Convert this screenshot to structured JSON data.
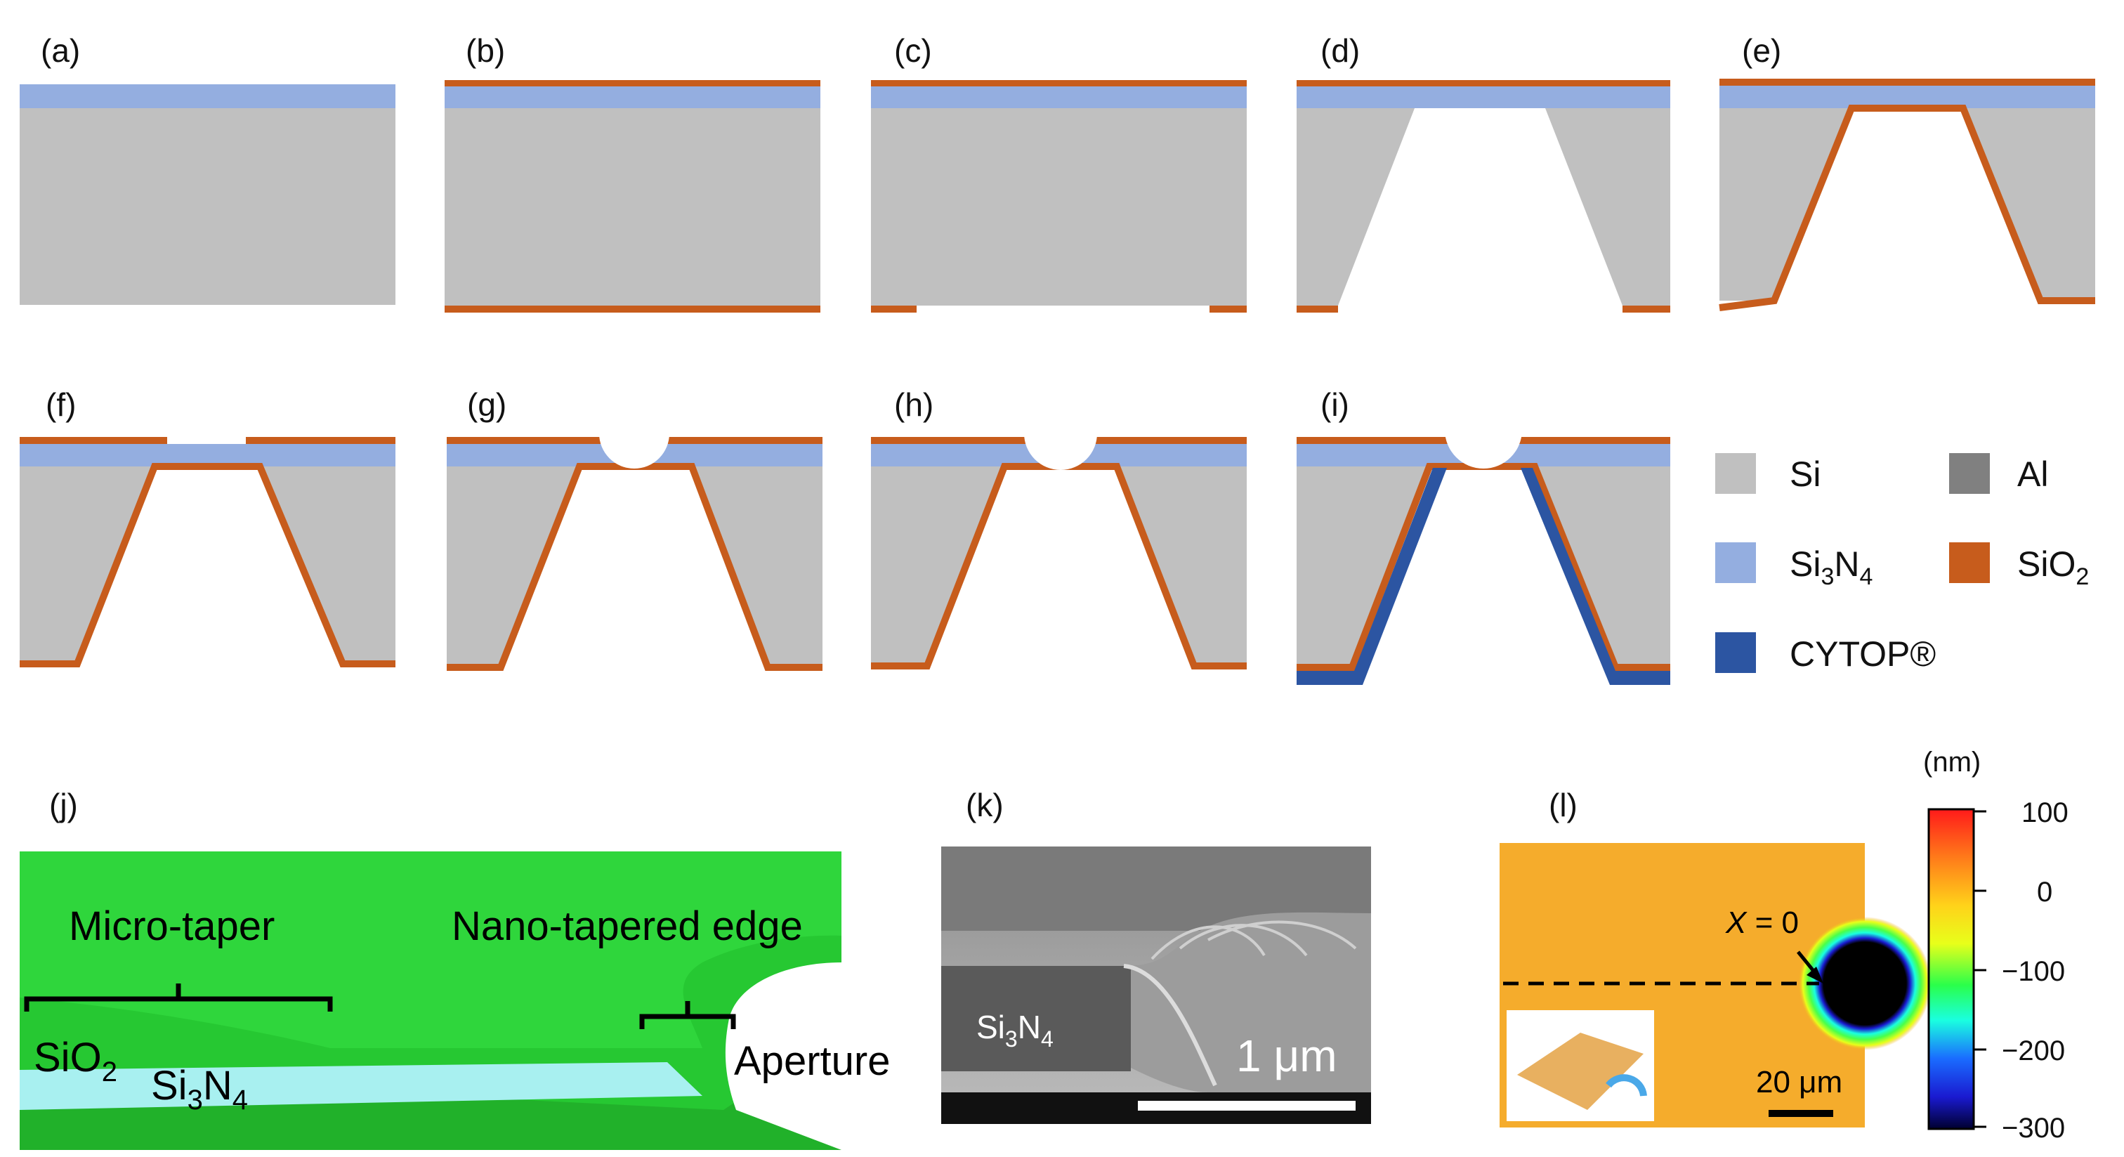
{
  "panels": {
    "a": {
      "label": "(a)"
    },
    "b": {
      "label": "(b)"
    },
    "c": {
      "label": "(c)"
    },
    "d": {
      "label": "(d)"
    },
    "e": {
      "label": "(e)"
    },
    "f": {
      "label": "(f)"
    },
    "g": {
      "label": "(g)"
    },
    "h": {
      "label": "(h)"
    },
    "i": {
      "label": "(i)"
    },
    "j": {
      "label": "(j)"
    },
    "k": {
      "label": "(k)"
    },
    "l": {
      "label": "(l)"
    }
  },
  "colors": {
    "si": "#c0c0c0",
    "si3n4": "#94aee0",
    "sio2": "#c75c1c",
    "al": "#808080",
    "cytop": "#2c55a2",
    "green": "#2fd63c",
    "green_dark": "#1d9e25",
    "cyan": "#a8f0f0"
  },
  "legend": {
    "si": "Si",
    "al": "Al",
    "si3n4_main": "Si",
    "si3n4_sub1": "3",
    "si3n4_n": "N",
    "si3n4_sub2": "4",
    "sio2_main": "SiO",
    "sio2_sub": "2",
    "cytop": "CYTOP®"
  },
  "j": {
    "micro_taper": "Micro-taper",
    "nano_edge": "Nano-tapered  edge",
    "sio2_main": "SiO",
    "sio2_sub": "2",
    "si3n4_main": "Si",
    "si3n4_sub1": "3",
    "si3n4_n": "N",
    "si3n4_sub2": "4",
    "aperture": "Aperture"
  },
  "k": {
    "si3n4_main": "Si",
    "si3n4_sub1": "3",
    "si3n4_n": "N",
    "si3n4_sub2": "4",
    "scale": "1 μm"
  },
  "l": {
    "x_label": "X",
    "x_eq": " = 0",
    "scale": "20 μm",
    "unit": "(nm)",
    "ticks": [
      "100",
      "0",
      "−100",
      "−200",
      "−300"
    ]
  }
}
